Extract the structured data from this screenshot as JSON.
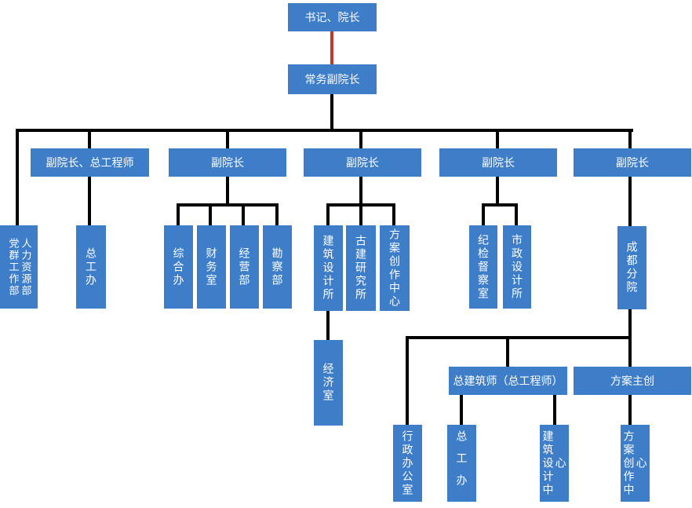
{
  "diagram": {
    "type": "org-chart",
    "colors": {
      "node_fill": "#3e7dc8",
      "node_text": "#ffffff",
      "connector": "#000000",
      "special_connector": "#c0392b"
    },
    "nodes": {
      "president": {
        "label": "书记、院长"
      },
      "exec_vp": {
        "label": "常务副院长"
      },
      "vp_chief_eng": {
        "label": "副院长、总工程师"
      },
      "vp1": {
        "label": "副院长"
      },
      "vp2": {
        "label": "副院长"
      },
      "vp3": {
        "label": "副院长"
      },
      "vp4": {
        "label": "副院长"
      },
      "party_group": {
        "label": "党群工作部"
      },
      "human_resources": {
        "label": "人力资源部"
      },
      "chief_eng_office": {
        "label": "总工办"
      },
      "general_office": {
        "label": "综合办"
      },
      "finance_office": {
        "label": "财务室"
      },
      "operations_dept": {
        "label": "经营部"
      },
      "survey_dept": {
        "label": "勘察部"
      },
      "arch_design_inst": {
        "label": "建筑设计所"
      },
      "ancient_arch_inst": {
        "label": "古建研究所"
      },
      "scheme_creation_center": {
        "label": "方案创作中心"
      },
      "economics_office": {
        "label": "经济室"
      },
      "discipline_office": {
        "label": "纪检督察室"
      },
      "municipal_design_inst": {
        "label": "市政设计所"
      },
      "chengdu_branch": {
        "label": "成都分院"
      },
      "chief_architect": {
        "label": "总建筑师（总工程师）"
      },
      "scheme_lead": {
        "label": "方案主创"
      },
      "admin_office": {
        "label": "行政办公室"
      },
      "branch_chief_eng_office": {
        "label": "总工办"
      },
      "arch_design_center": {
        "label": "建筑设计中心"
      },
      "branch_scheme_creation_center": {
        "label": "方案创作中心"
      }
    },
    "links": [
      {
        "from": "president",
        "to": "exec_vp",
        "style": "red"
      },
      {
        "from": "exec_vp",
        "to": "vp_chief_eng"
      },
      {
        "from": "exec_vp",
        "to": "vp1"
      },
      {
        "from": "exec_vp",
        "to": "vp2"
      },
      {
        "from": "exec_vp",
        "to": "vp3"
      },
      {
        "from": "exec_vp",
        "to": "vp4"
      },
      {
        "from": "exec_vp",
        "to": "party_group_hr"
      },
      {
        "from": "vp_chief_eng",
        "to": "chief_eng_office"
      },
      {
        "from": "vp1",
        "to": "general_office"
      },
      {
        "from": "vp1",
        "to": "finance_office"
      },
      {
        "from": "vp1",
        "to": "operations_dept"
      },
      {
        "from": "vp1",
        "to": "survey_dept"
      },
      {
        "from": "vp2",
        "to": "arch_design_inst"
      },
      {
        "from": "vp2",
        "to": "ancient_arch_inst"
      },
      {
        "from": "vp2",
        "to": "scheme_creation_center"
      },
      {
        "from": "arch_design_inst",
        "to": "economics_office"
      },
      {
        "from": "vp3",
        "to": "discipline_office"
      },
      {
        "from": "vp3",
        "to": "municipal_design_inst"
      },
      {
        "from": "vp4",
        "to": "chengdu_branch"
      },
      {
        "from": "chengdu_branch",
        "to": "admin_office"
      },
      {
        "from": "chengdu_branch",
        "to": "chief_architect"
      },
      {
        "from": "chengdu_branch",
        "to": "scheme_lead"
      },
      {
        "from": "chief_architect",
        "to": "branch_chief_eng_office"
      },
      {
        "from": "chief_architect",
        "to": "arch_design_center"
      },
      {
        "from": "scheme_lead",
        "to": "branch_scheme_creation_center"
      }
    ]
  }
}
